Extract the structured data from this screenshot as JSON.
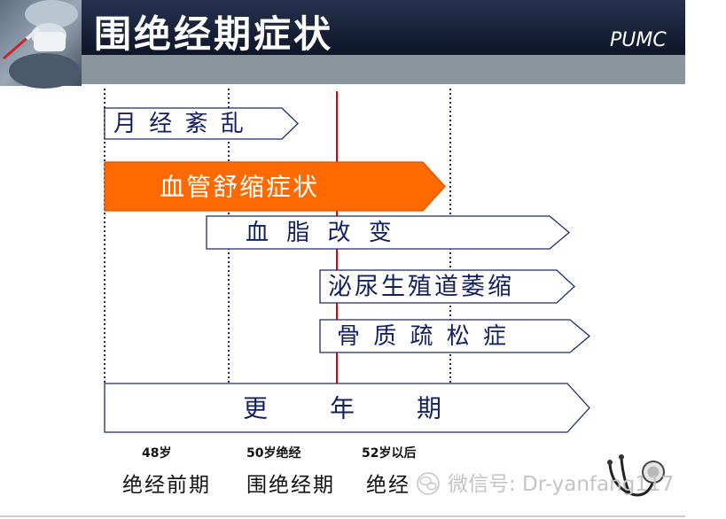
{
  "header": {
    "title": "围绝经期症状",
    "brand": "PUMC"
  },
  "symptoms": [
    {
      "label": "月 经 紊 乱"
    },
    {
      "label": "血管舒缩症状"
    },
    {
      "label": "血 脂 改 变"
    },
    {
      "label": "泌尿生殖道萎缩"
    },
    {
      "label": "骨 质 疏 松 症"
    }
  ],
  "climacteric": {
    "chars": [
      "更",
      "年",
      "期"
    ]
  },
  "ages": [
    "48岁",
    "50岁绝经",
    "52岁以后"
  ],
  "phases": [
    "绝经前期",
    "围绝经期",
    "绝经"
  ],
  "watermark": {
    "text": "微信号: Dr-yanfang117",
    "icon": "wechat-icon"
  },
  "decoration_icon": "stethoscope-icon",
  "colors": {
    "subheader_bg": "#8A959E",
    "accent_orange": "#FF6A00",
    "menopause_line": "#E00000",
    "dotted_line": "#1A237E",
    "arrow_border": "#1C2B6B",
    "arrow_text": "#14205E",
    "watermark_text": "#C4C4C4"
  }
}
